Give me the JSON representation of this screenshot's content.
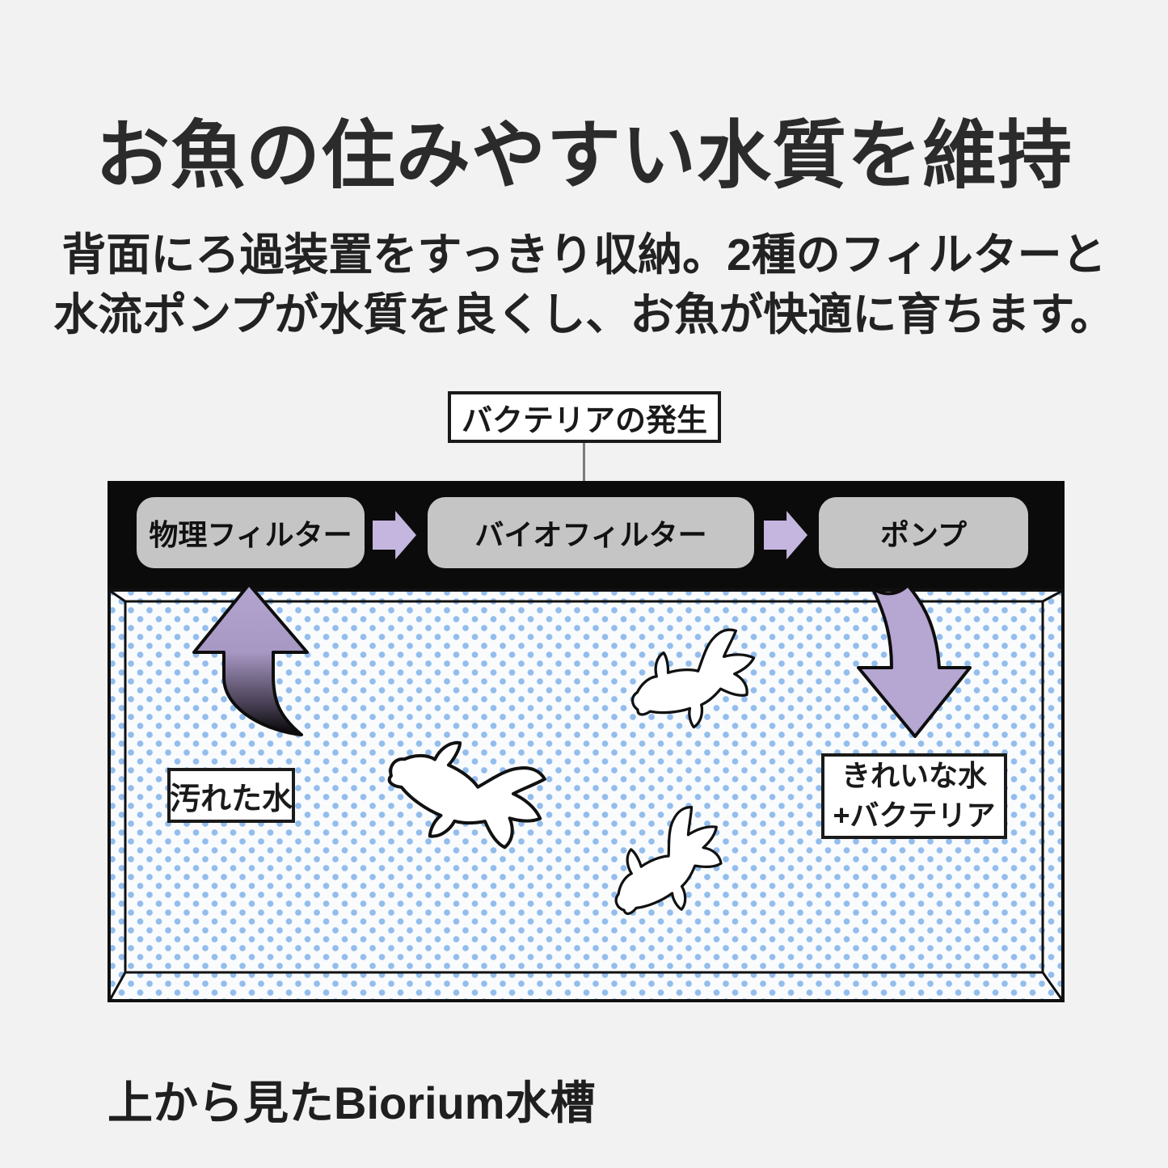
{
  "header": {
    "title": "お魚の住みやすい水質を維持",
    "subtitle_line1": "背面にろ過装置をすっきり収納。2種のフィルターと",
    "subtitle_line2": "水流ポンプが水質を良くし、お魚が快適に育ちます。"
  },
  "diagram": {
    "bacteria_label": "バクテリアの発生",
    "flow_steps": [
      {
        "label": "物理フィルター"
      },
      {
        "label": "バイオフィルター"
      },
      {
        "label": "ポンプ"
      }
    ],
    "dirty_water_label": "汚れた水",
    "clean_water_line1": "きれいな水",
    "clean_water_line2": "+バクテリア",
    "colors": {
      "bar_black": "#0b0b0b",
      "box_gray": "#c5c5c5",
      "flow_arrow_purple": "#c5b6df",
      "big_arrow_purple": "#b5a6d2",
      "dot_blue": "#92bdec",
      "page_bg": "#f2f2f2"
    }
  },
  "caption": "上から見たBiorium水槽"
}
